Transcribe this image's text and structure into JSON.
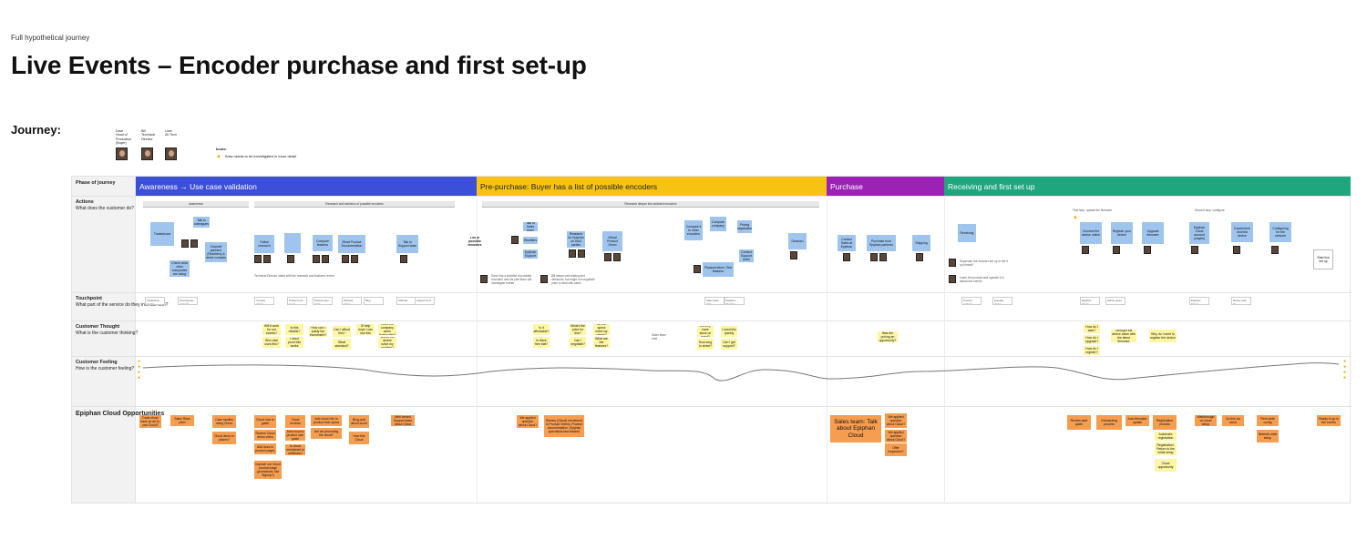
{
  "header": {
    "eyebrow": "Full hypothetical journey",
    "title": "Live Events – Encoder purchase and first set-up",
    "journey_label": "Journey:"
  },
  "personas": [
    {
      "name": "Dave\nHead of\nProduction\n(Buyer)"
    },
    {
      "name": "Bill\nTechnical\nDirector"
    },
    {
      "name": "Liam\nAV Tech"
    }
  ],
  "icons_key": {
    "title": "Icons:",
    "warning": "Area needs to be investigated in more detail"
  },
  "rows": [
    {
      "title": "Phase of journey",
      "sub": ""
    },
    {
      "title": "Actions",
      "sub": "What does the customer do?"
    },
    {
      "title": "Touchpoint",
      "sub": "What part of the service do they interact with?"
    },
    {
      "title": "Customer Thought",
      "sub": "What is the customer thinking?"
    },
    {
      "title": "Customer Feeling",
      "sub": "How is the customer feeling?"
    },
    {
      "title": "Epiphan Cloud Opportunities",
      "sub": ""
    }
  ],
  "phases": [
    {
      "label": "Awareness → Use case validation",
      "color": "#3b4fd8"
    },
    {
      "label": "Pre-purchase: Buyer has a list of possible encoders",
      "color": "#f7c313"
    },
    {
      "label": "Purchase",
      "color": "#9b22b5"
    },
    {
      "label": "Receiving and first set up",
      "color": "#1fa67f"
    }
  ],
  "sub_bars": {
    "awareness": "Awareness",
    "research": "Research and selection of possible encoders",
    "deeper": "Research deeper into selected encoders",
    "first_step": "First step: update the firmware",
    "second_step": "Second step: configure"
  },
  "actions": {
    "tradeshows": "Tradeshows",
    "talk_colleagues": "Talk to colleagues",
    "channel_partners": "Channel partners (Resellers) & direct contacts",
    "check_companies": "Check what other companies are doing",
    "online_research": "Online research",
    "compare_features": "Compare features",
    "read_docs": "Read Product Documentation",
    "talk_support": "Talk to Support team",
    "list_encoders": "List of possible encoders",
    "virtual_demo": "Virtual Product Demo",
    "physical_demo": "Physical demo: Test features",
    "decision": "Decision",
    "contact_sales": "Contact Sales at Epiphan",
    "purchase_partners": "Purchase from Epiphan partners",
    "shipping": "Shipping",
    "receiving": "Receiving",
    "connect_device": "Connect the device online",
    "register_device": "Register your device",
    "upgrade_firmware": "Upgrade firmware",
    "cloud_account": "Epiphan Cloud account (maybe)",
    "experiment": "Experiment and test device",
    "configure_network": "Configuring for the network"
  },
  "opportunities": {
    "sales_team": "Sales team: Talk about Epiphan Cloud",
    "cloud_demo": "Cloud demo in places?",
    "review_start": "Review start guide",
    "onboarding": "Onboarding process",
    "registration": "Registration process",
    "offer_inspection": "Offer inspection?",
    "blog_post": "Blog post about cloud",
    "how_to_guide": "Cloud how to guide",
    "cloud_reviews": "Cloud reviews",
    "case_studies": "Case studies using Cloud",
    "how_cloud": "How this Cloud"
  },
  "feeling_curve": {
    "description_values": [
      0.45,
      0.5,
      0.55,
      0.6,
      0.45,
      0.4,
      0.35,
      0.6,
      0.45,
      0.7,
      0.6,
      0.55,
      0.7,
      0.45,
      0.4,
      0.5,
      0.6,
      0.7,
      0.6,
      0.35,
      0.2
    ]
  }
}
